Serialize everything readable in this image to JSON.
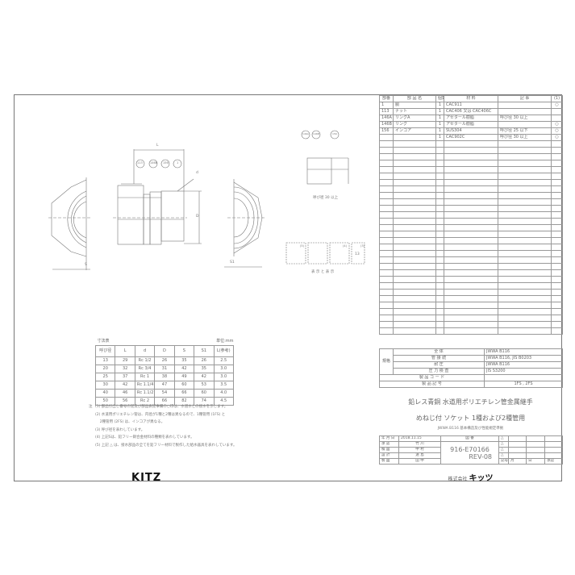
{
  "parts_list": {
    "headers": [
      "部番",
      "部 品 名",
      "個数",
      "材 料",
      "記 事",
      "(1)"
    ],
    "rows": [
      {
        "no": "1",
        "name": "胴",
        "qty": "1",
        "material": "CAC911",
        "remark": "",
        "mark": "○"
      },
      {
        "no": "113",
        "name": "ナット",
        "qty": "1",
        "material": "CAC406 又は CAC406C",
        "remark": "",
        "mark": ""
      },
      {
        "no": "146A",
        "name": "リングA",
        "qty": "1",
        "material": "アセタール樹脂",
        "remark": "呼び径 30 以上",
        "mark": ""
      },
      {
        "no": "146B",
        "name": "リング",
        "qty": "1",
        "material": "アセタール樹脂",
        "remark": "",
        "mark": "○"
      },
      {
        "no": "156",
        "name": "インコア",
        "qty": "1",
        "material": "SUS304",
        "remark": "呼び径 25 以下",
        "mark": "○",
        "note": "(2)"
      },
      {
        "no": "",
        "name": "",
        "qty": "1",
        "material": "CAC902C",
        "remark": "呼び径 30 以上",
        "mark": "○"
      }
    ]
  },
  "spec": {
    "group_label": "規格",
    "rows": [
      {
        "label": "全 体",
        "value": "JWWA B116"
      },
      {
        "label": "管 接 続",
        "value": "JWWA B116, JIS B0203"
      },
      {
        "label": "耐 圧",
        "value": "JWWA B116"
      },
      {
        "label": "圧 力 検 査",
        "value": "JIS S3200"
      },
      {
        "label": "製 品 コ ー ド",
        "value": ""
      },
      {
        "label": "製 品 記 号",
        "value": "1FS , 2FS"
      }
    ]
  },
  "title": {
    "line1": "鉛レス青銅 水道用ポリエチレン管金属継手",
    "line2": "めねじ付 ソケット 1種および2種管用",
    "standard": "JWWA B116 基本構造及び性能規定準拠"
  },
  "title_block": {
    "date_label": "年 月 日",
    "date": "2018.11.15",
    "roles": [
      {
        "label": "承 認",
        "name": "竹 川"
      },
      {
        "label": "検 図",
        "name": "中 村"
      },
      {
        "label": "設 計",
        "name": "遠 島"
      },
      {
        "label": "製 図",
        "name": "田 中"
      }
    ],
    "drawing_no_label": "図 番",
    "drawing_no": "916-E70166",
    "revision": "REV-08",
    "rev_headers": [
      "記号",
      "月",
      "日",
      "承認"
    ],
    "company_prefix": "株式会社",
    "company_name": "キッツ"
  },
  "drawing": {
    "dim_labels": {
      "L": "L",
      "d": "d",
      "D": "D",
      "S": "S",
      "S1": "S1"
    },
    "balloons": [
      "113",
      "146B",
      "156",
      "1"
    ],
    "detail_balloons": [
      "146A",
      "146B",
      "156"
    ],
    "detail_caption": "呼び径 30 以上",
    "marking_caption": "表 示 と 表 示",
    "marking_notes": [
      "(5)",
      "(4)",
      "(3)"
    ],
    "marking_size": "13"
  },
  "dimension_table": {
    "caption": "寸法表",
    "unit": "単位:mm",
    "headers": [
      "呼び径",
      "L",
      "d",
      "D",
      "S",
      "S1",
      "L(参考)"
    ],
    "rows": [
      [
        "13",
        "29",
        "Rc 1/2",
        "26",
        "35",
        "26",
        "2.5"
      ],
      [
        "20",
        "32",
        "Rc 3/4",
        "31",
        "42",
        "35",
        "3.0"
      ],
      [
        "25",
        "37",
        "Rc 1",
        "38",
        "49",
        "42",
        "3.0"
      ],
      [
        "30",
        "42",
        "Rc 1.1/4",
        "47",
        "60",
        "53",
        "3.5"
      ],
      [
        "40",
        "46",
        "Rc 1.1/2",
        "54",
        "66",
        "60",
        "4.0"
      ],
      [
        "50",
        "56",
        "Rc 2",
        "66",
        "82",
        "74",
        "4.5"
      ]
    ]
  },
  "notes": {
    "label": "注",
    "items": [
      "(1) 部品引出し番号の記及び部品表記事欄の○印は、水道水との接水を示します。",
      "(2) 水道用ポリエチレン管は、内径が1種と2種は異なるので、1種管用 (1FS) と",
      "    2種管用 (2FS) は、インコアが異なる。",
      "(3) 呼び径を表わしています。",
      "(4) 上記Sは、鉛フリー銅合金材料の種類を表わしています。",
      "(5) 上記 △ は、接水部品の全てを鉛フリー材料で製作した給水器具を表わしています。"
    ]
  },
  "logo": "KITZ"
}
